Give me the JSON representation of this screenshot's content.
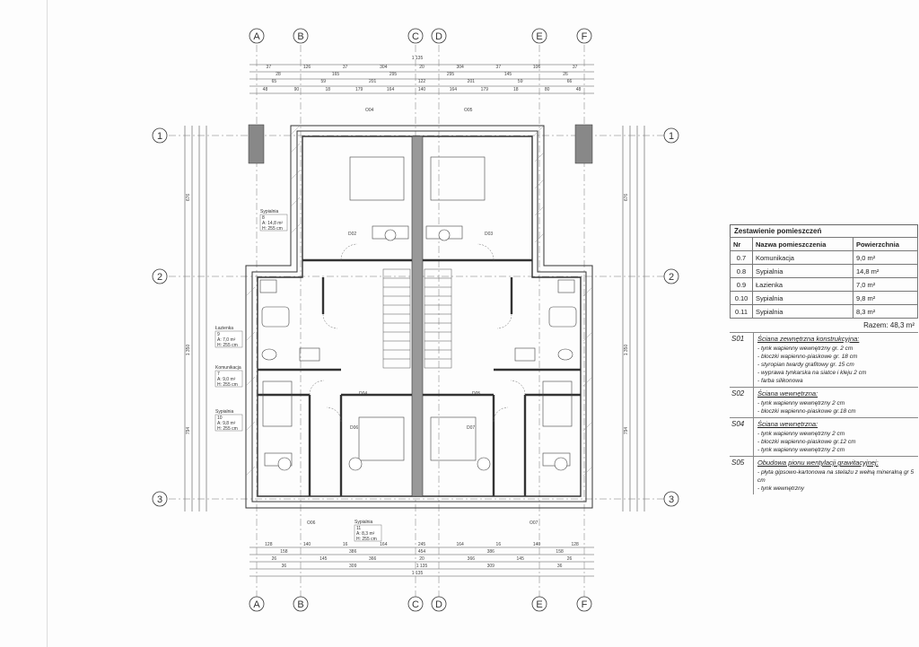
{
  "axes": {
    "columns": [
      "A",
      "B",
      "C",
      "D",
      "E",
      "F"
    ],
    "rows": [
      "1",
      "2",
      "3"
    ]
  },
  "dimensions": {
    "top_total": "1 135",
    "top_row1": [
      "37",
      "126",
      "37",
      "304",
      "20",
      "304",
      "37",
      "106",
      "37"
    ],
    "top_row2": [
      "28",
      "165",
      "295",
      "295",
      "145",
      "26"
    ],
    "top_row3": [
      "65",
      "59",
      "201",
      "122",
      "201",
      "59",
      "66"
    ],
    "top_row4": [
      "48",
      "90",
      "18",
      "179",
      "164",
      "140",
      "164",
      "179",
      "18",
      "80",
      "48"
    ],
    "bottom_row1": [
      "128",
      "140",
      "16",
      "164",
      "245",
      "164",
      "16",
      "140",
      "128"
    ],
    "bottom_row2": [
      "158",
      "386",
      "454",
      "386",
      "158"
    ],
    "bottom_row3": [
      "26",
      "145",
      "366",
      "20",
      "366",
      "145",
      "26"
    ],
    "bottom_row4": [
      "36",
      "309",
      "1 135",
      "309",
      "36"
    ],
    "bottom_total": "1 135",
    "left_vertical": [
      "676",
      "1 350",
      "794"
    ],
    "right_vertical": [
      "676",
      "1 350",
      "794"
    ]
  },
  "room_labels": [
    {
      "name": "Sypialnia",
      "nr": "8",
      "area": "A: 14,8 m²",
      "height": "H: 255 cm"
    },
    {
      "name": "Łazienka",
      "nr": "9",
      "area": "A: 7,0 m²",
      "height": "H: 255 cm"
    },
    {
      "name": "Komunikacja",
      "nr": "7",
      "area": "A: 9,0 m²",
      "height": "H: 255 cm"
    },
    {
      "name": "Sypialnia",
      "nr": "10",
      "area": "A: 9,8 m²",
      "height": "H: 255 cm"
    },
    {
      "name": "Sypialnia",
      "nr": "11",
      "area": "A: 8,3 m²",
      "height": "H: 255 cm"
    }
  ],
  "door_labels": [
    "D02",
    "D03",
    "D04",
    "D05",
    "D06",
    "D07"
  ],
  "window_labels": [
    "O04",
    "O05",
    "O06",
    "O07"
  ],
  "schedule": {
    "title": "Zestawienie pomieszczeń",
    "headers": [
      "Nr",
      "Nazwa pomieszczenia",
      "Powierzchnia"
    ],
    "rows": [
      {
        "nr": "0.7",
        "name": "Komunikacja",
        "area": "9,0 m²"
      },
      {
        "nr": "0.8",
        "name": "Sypialnia",
        "area": "14,8 m²"
      },
      {
        "nr": "0.9",
        "name": "Łazienka",
        "area": "7,0 m²"
      },
      {
        "nr": "0.10",
        "name": "Sypialnia",
        "area": "9,8 m²"
      },
      {
        "nr": "0.11",
        "name": "Sypialnia",
        "area": "8,3 m²"
      }
    ],
    "total": "Razem: 48,3 m²"
  },
  "walls": [
    {
      "code": "S01",
      "name": "Ściana zewnętrzna konstrukcyjna:",
      "items": [
        "- tynk wapienny wewnętrzny gr. 2 cm",
        "- bloczki wapienno-piaskowe gr. 18 cm",
        "- styropian twardy grafitowy gr. 15 cm",
        "- wyprawa tynkarska na siatce i kleju 2 cm",
        "- farba silikonowa"
      ]
    },
    {
      "code": "S02",
      "name": "Ściana wewnętrzna:",
      "items": [
        "- tynk wapienny wewnętrzny 2 cm",
        "- bloczki wapienno-piaskowe gr.18 cm"
      ]
    },
    {
      "code": "S04",
      "name": "Ściana wewnętrzna:",
      "items": [
        "- tynk wapienny wewnętrzny 2 cm",
        "- bloczki wapienno-piaskowe gr.12 cm",
        "- tynk wapienny wewnętrzny 2 cm"
      ]
    },
    {
      "code": "S05",
      "name": "Obudowa pionu wentylacji grawitacyjnej:",
      "items": [
        "- płyta gipsowo-kartonowa na stelażu z wełną mineralną gr 5 cm",
        "- tynk wewnętrzny"
      ]
    }
  ]
}
